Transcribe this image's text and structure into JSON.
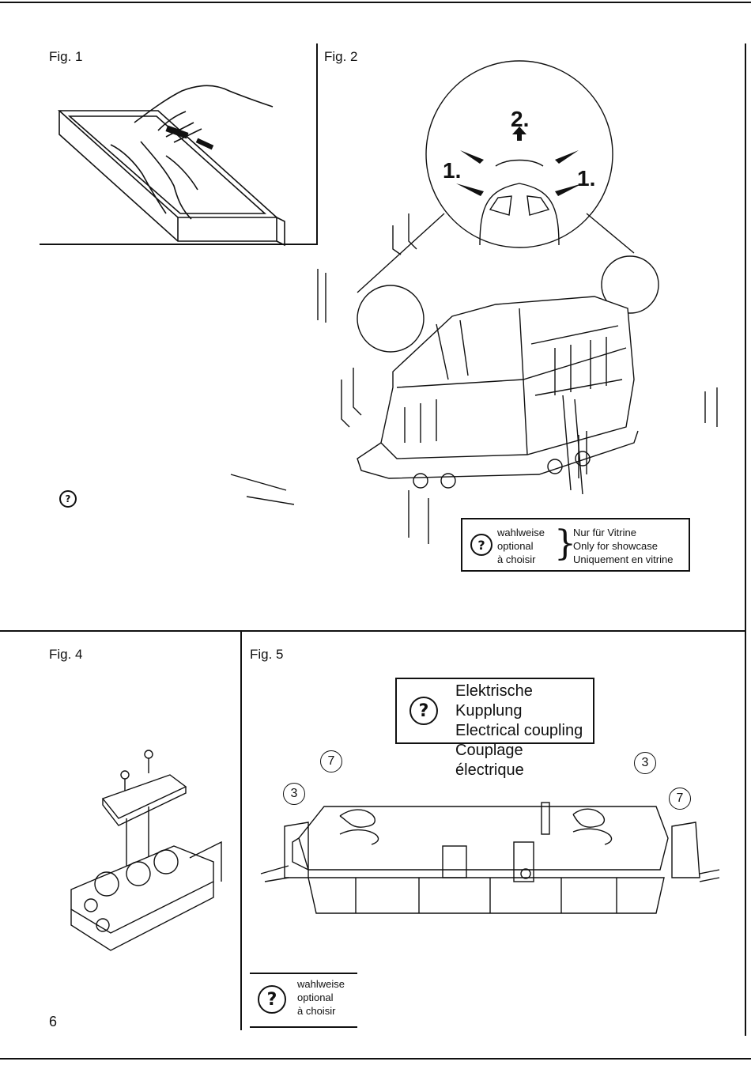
{
  "page_number": "6",
  "figures": {
    "fig1": {
      "label": "Fig. 1"
    },
    "fig2": {
      "label": "Fig. 2",
      "steps": {
        "step1_left": "1.",
        "step1_right": "1.",
        "step2": "2."
      }
    },
    "fig4": {
      "label": "Fig. 4"
    },
    "fig5": {
      "label": "Fig. 5"
    }
  },
  "legend_optional_showcase": {
    "symbol": "?",
    "left_lines": [
      "wahlweise",
      "optional",
      "à choisir"
    ],
    "right_lines": [
      "Nur für Vitrine",
      "Only for showcase",
      "Uniquement en vitrine"
    ]
  },
  "legend_electrical": {
    "symbol": "?",
    "lines": [
      "Elektrische Kupplung",
      "Electrical coupling",
      "Couplage électrique"
    ]
  },
  "legend_optional_bottom": {
    "symbol": "?",
    "lines": [
      "wahlweise",
      "optional",
      "à choisir"
    ]
  },
  "fig2_symbol": "?",
  "fig5_callouts": {
    "left_top": "7",
    "left_mid": "3",
    "right_top": "3",
    "right_mid": "7"
  }
}
